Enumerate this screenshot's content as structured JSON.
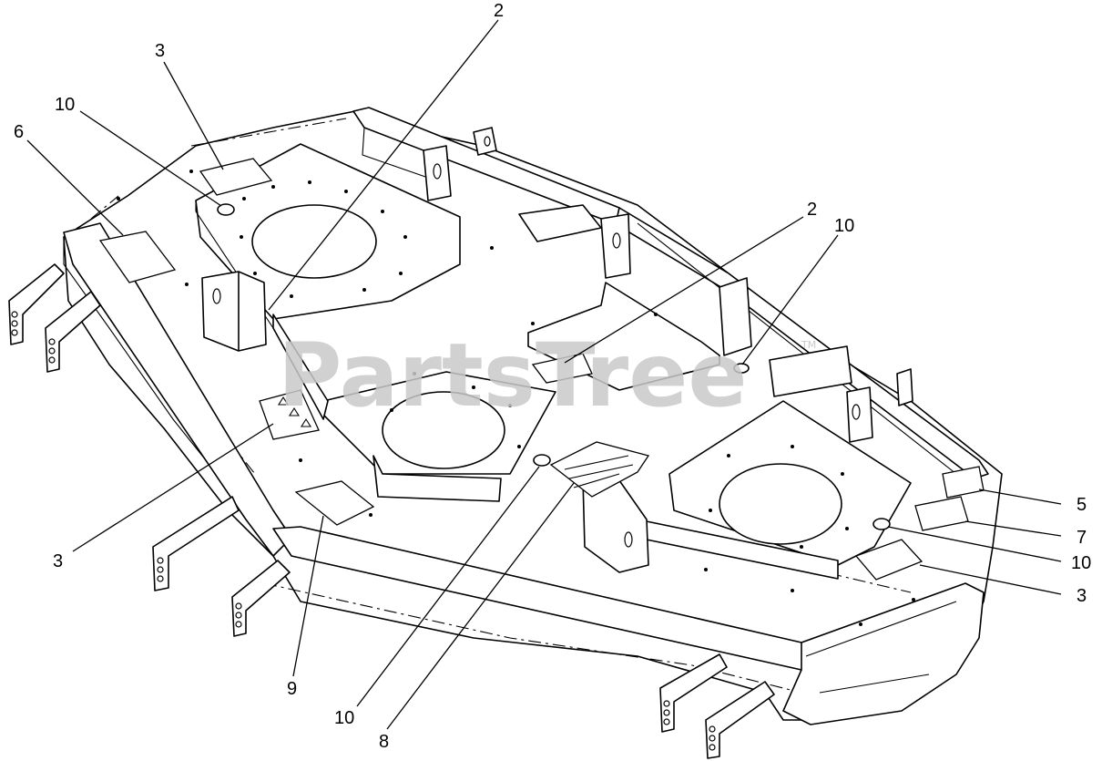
{
  "watermark": {
    "text": "PartsTree",
    "trademark": "TM"
  },
  "callouts": [
    {
      "id": "c2-top",
      "label": "2"
    },
    {
      "id": "c3-topleft",
      "label": "3"
    },
    {
      "id": "c10-topleft",
      "label": "10"
    },
    {
      "id": "c6",
      "label": "6"
    },
    {
      "id": "c2-right",
      "label": "2"
    },
    {
      "id": "c10-topright",
      "label": "10"
    },
    {
      "id": "c5",
      "label": "5"
    },
    {
      "id": "c7",
      "label": "7"
    },
    {
      "id": "c10-right",
      "label": "10"
    },
    {
      "id": "c3-right",
      "label": "3"
    },
    {
      "id": "c3-left",
      "label": "3"
    },
    {
      "id": "c9",
      "label": "9"
    },
    {
      "id": "c10-bottom",
      "label": "10"
    },
    {
      "id": "c8",
      "label": "8"
    }
  ]
}
